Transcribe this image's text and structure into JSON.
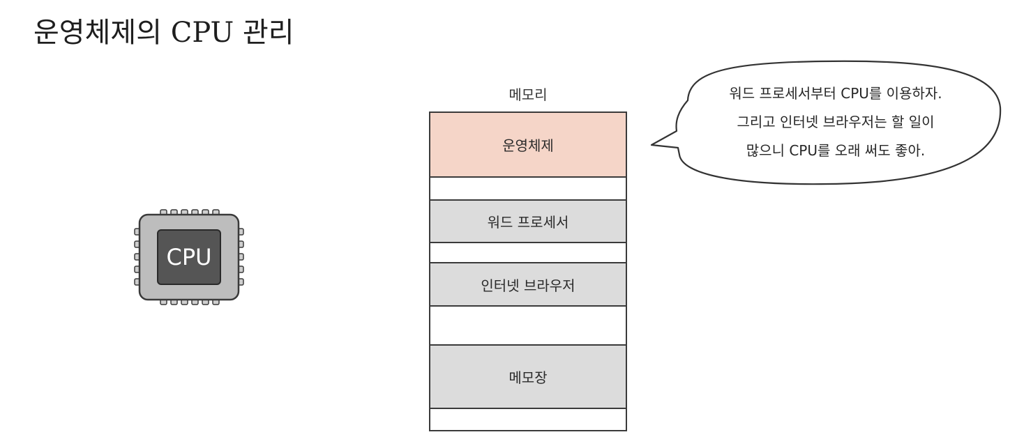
{
  "title": "운영체제의 CPU 관리",
  "cpu": {
    "label": "CPU"
  },
  "memory": {
    "title": "메모리",
    "segments": [
      {
        "label": "운영체제",
        "kind": "os"
      },
      {
        "label": "",
        "kind": "free"
      },
      {
        "label": "워드 프로세서",
        "kind": "app"
      },
      {
        "label": "",
        "kind": "free"
      },
      {
        "label": "인터넷 브라우저",
        "kind": "app"
      },
      {
        "label": "",
        "kind": "free"
      },
      {
        "label": "메모장",
        "kind": "app"
      },
      {
        "label": "",
        "kind": "free"
      }
    ]
  },
  "speech": {
    "lines": [
      "워드 프로세서부터 CPU를 이용하자.",
      "그리고 인터넷 브라우저는 할 일이",
      "많으니 CPU를 오래 써도 좋아."
    ]
  },
  "colors": {
    "os_segment": "#f5d5c8",
    "app_segment": "#dcdcdc",
    "cpu_body": "#bdbdbd",
    "cpu_core": "#555555"
  }
}
